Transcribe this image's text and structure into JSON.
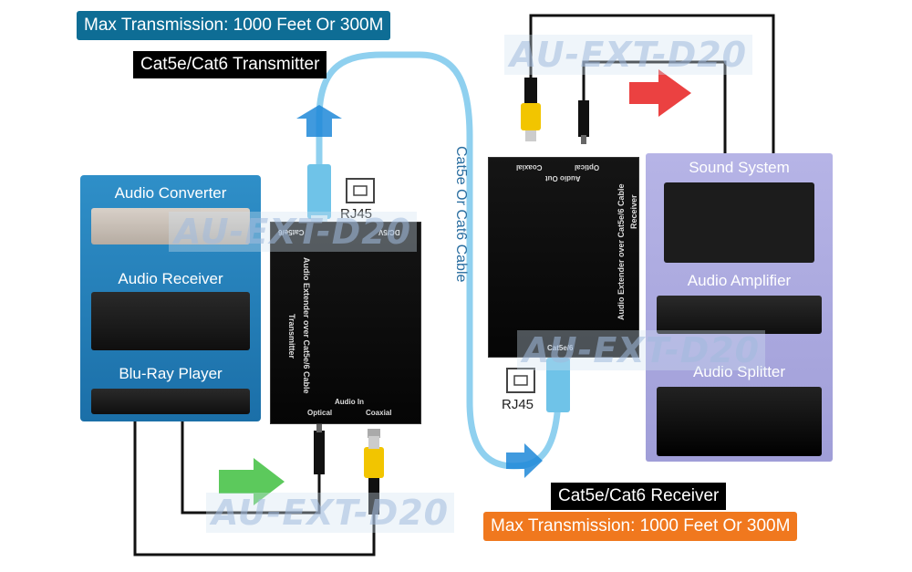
{
  "labels": {
    "top_max": "Max Transmission: 1000 Feet Or 300M",
    "transmitter": "Cat5e/Cat6 Transmitter",
    "receiver": "Cat5e/Cat6 Receiver",
    "bottom_max": "Max Transmission: 1000 Feet Or 300M",
    "cable": "Cat5e Or Cat6 Cable",
    "rj45_left": "RJ45",
    "rj45_right": "RJ45",
    "watermark": "AU-EXT-D20"
  },
  "sources": {
    "items": [
      "Audio Converter",
      "Audio Receiver",
      "Blu-Ray Player"
    ]
  },
  "sinks": {
    "items": [
      "Sound System",
      "Audio Amplifier",
      "Audio Splitter"
    ]
  },
  "transmitter_box": {
    "port": "Cat5e/6",
    "power": "DC/5V",
    "title": "Audio Extender over Cat5e/6 Cable",
    "role": "Transmitter",
    "audio_in": "Audio In",
    "optical": "Optical",
    "coaxial": "Coaxial"
  },
  "receiver_box": {
    "coaxial": "Coaxial",
    "optical": "Optical",
    "audio_out": "Audio Out",
    "title": "Audio Extender over Cat5e/6 Cable",
    "role": "Receiver",
    "port": "Cat5e/6"
  },
  "colors": {
    "blue_label": "#0e6d95",
    "orange_label": "#f0781e",
    "cable": "#8fd0ef",
    "arrow_blue": "#1e88d8",
    "arrow_green": "#3fbf3f",
    "arrow_red": "#e82020"
  }
}
